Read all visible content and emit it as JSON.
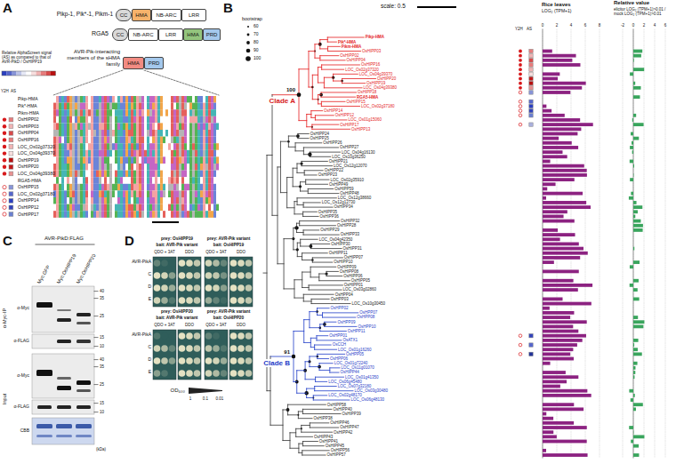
{
  "diagram": {
    "nodes": [
      {
        "text": [
          "CC"
        ]
      },
      {
        "text": [
          "HMA"
        ]
      },
      {
        "text": [
          "NB-ARC"
        ]
      },
      {
        "text": [
          "LRR"
        ]
      },
      {
        "text": [
          "CC"
        ]
      },
      {
        "text": [
          "NB-ARC"
        ]
      },
      {
        "text": [
          "LRR"
        ]
      },
      {
        "text": [
          "HMA"
        ]
      },
      {
        "text": [
          "PRD"
        ]
      },
      {
        "text": [
          "HMA"
        ]
      },
      {
        "text": [
          "PRD"
        ]
      }
    ],
    "labels": [
      "A",
      "Pikp-1, Pik*-1, Pikm-1",
      "RGA5",
      "AVR-Pik-interacting members of the sHMA family",
      "Relative AlphaScreen signal (AS) as compared to that of AVR-PikD / OsHIPP19",
      "Y2H",
      "AS",
      "Pikp-HMA",
      "Pik*-HMA",
      "Pikm-HMA",
      "OsHIPP02",
      "OsHIPP03",
      "OsHIPP04",
      "OsHIPP16",
      "LOC_Os02g37320",
      "LOC_Os04g39370",
      "OsHIPP19",
      "OsHIPP20",
      "LOC_Os04g39380",
      "RGA5-HMA",
      "OsHIPP15",
      "LOC_Os02g37180",
      "OsHIPP14",
      "OsHIPP12",
      "OsHIPP17",
      "B",
      "scale: 0.5",
      "bootstrap",
      "Clade A",
      "Clade B",
      "100",
      "91",
      "Y2H",
      "AS",
      "Rice leaves",
      "LOG₂ (TPM+1)",
      "Relative value",
      "elicitor LOG₂ (TPM+1)>0.01 / mock LOG₂ (TPM+1)>0.01",
      "0",
      "2",
      "4",
      "6",
      "8",
      "-2",
      "0",
      "2",
      "4",
      "6",
      "C",
      "AVR-PikD:FLAG",
      "Myc:GFP",
      "Myc:OsHIPP19",
      "Myc:OsHIPP20",
      "α-Myc-IP",
      "Input",
      "α-Myc",
      "α-FLAG",
      "α-Myc",
      "α-FLAG",
      "CBB",
      "40",
      "35",
      "25",
      "15",
      "10",
      "40",
      "35",
      "25",
      "15",
      "10",
      "(kDa)",
      "D",
      "prey: OsHIPP19",
      "bait: AVR-Pik variant",
      "prey: AVR-Pik variant",
      "bait: OsHIPP19",
      "QDO + 3AT",
      "DDO",
      "QDO + 3AT",
      "DDO",
      "AVR-PikA",
      "C",
      "D",
      "E",
      "prey: OsHIPP20",
      "bait: AVR-Pik variant",
      "prey: AVR-Pik variant",
      "bait: OsHIPP20",
      "QDO + 3AT",
      "DDO",
      "QDO + 3AT",
      "DDO",
      "AVR-PikA",
      "C",
      "D",
      "E",
      "OD₆₀₀",
      "1",
      "0.1",
      "0.01",
      "Pikp-HMA",
      "Pik*-HMA",
      "Pikm-HMA",
      "OsHIPP03",
      "OsHIPP02",
      "OsHIPP04",
      "OsHIPP16",
      "LOC_Os02g37320",
      "LOC_Os04g39370",
      "OsHIPP20",
      "OsHIPP19",
      "LOC_Os04g39380",
      "OsHIPP18",
      "RGA5-HMA",
      "OsHIPP15",
      "LOC_Os02g37180",
      "OsHIPP14",
      "OsHIPP12",
      "LOC_Os01g15060",
      "OsHIPP17",
      "OsHIPP13",
      "OsHIPP24",
      "OsHIPP25",
      "OsHIPP26",
      "OsHIPP27",
      "LOC_Os04g16130",
      "LOC_Os10g36250",
      "OsHIPP21",
      "LOC_Os12g12070",
      "OsHIPP22",
      "OsHIPP23",
      "LOC_Os02g35910",
      "OsHIPP49",
      "OsHIPP59",
      "OsHIPP48",
      "LOC_Os12g38660",
      "LOC_Os12g12730",
      "OsHIPP34",
      "OsHIPP35",
      "OsHIPP36",
      "OsHIPP32",
      "OsHIPP28",
      "OsHIPP29",
      "OsHIPP33",
      "LOC_Os04g42350",
      "OsHIPP30",
      "OsHIPP31",
      "OsHIPP11",
      "OsHIPP07",
      "OsHIPP10",
      "OsHIPP09",
      "OsHIPP08",
      "OsHIPP06",
      "OsHIPP05",
      "OsHIPP01",
      "LOC_Os03g02860",
      "OsHPP04",
      "OsHPP03",
      "LOC_Os10g30450",
      "OsHPP02",
      "OsHPP07",
      "OsHPP08",
      "OsHPP09",
      "OsHPP10",
      "OsHPP11",
      "OsHPP01",
      "OsATX1",
      "OsCCH",
      "LOC_Os01g16260",
      "OsHPP05",
      "OsHPP06",
      "LOC_Os01g72240",
      "LOC_Os11g01070",
      "OsHIPP44",
      "LOC_Os01g41350",
      "LOC_Os06g45480",
      "LOC_Os07g32180",
      "LOC_Os03g30480",
      "LOC_Os02g48170",
      "LOC_Os06g48130",
      "OsHIPP58",
      "OsHIPP40",
      "OsHIPP39",
      "OsHIPP38",
      "OsHIPP46",
      "OsHIPP47",
      "OsHIPP42",
      "OsHIPP43",
      "OsHIPP41",
      "OsHIPP45",
      "OsHIPP56",
      "OsHIPP57"
    ],
    "legend": [
      {
        "text": "60"
      },
      {
        "text": "70"
      },
      {
        "text": "80"
      },
      {
        "text": "90"
      },
      {
        "text": "100"
      }
    ]
  }
}
